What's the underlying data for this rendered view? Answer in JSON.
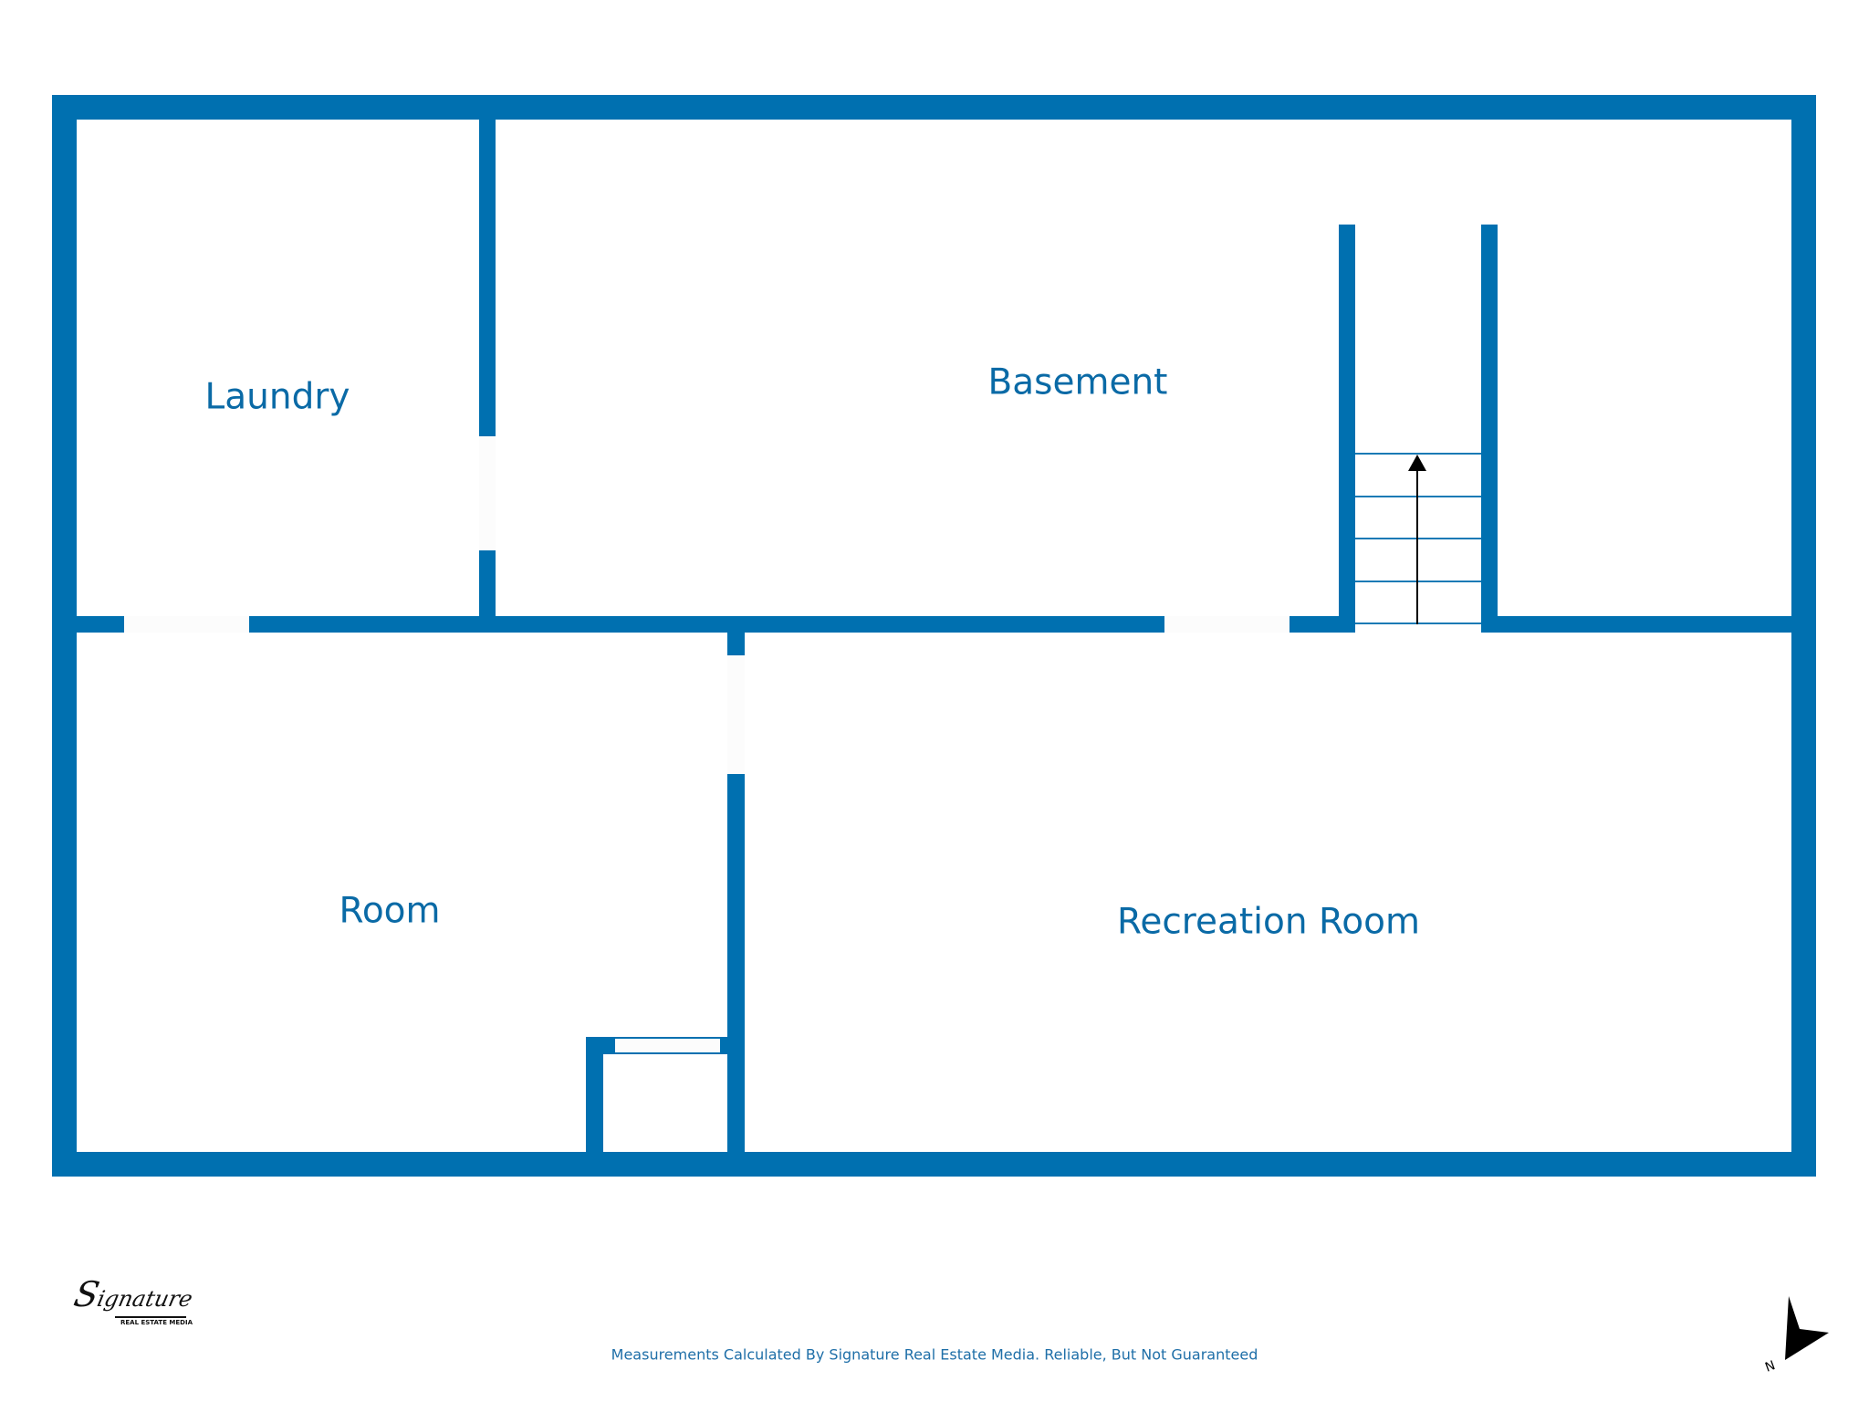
{
  "floorplan": {
    "wall_color": "#0070b0",
    "rooms": [
      {
        "label": "Laundry"
      },
      {
        "label": "Basement"
      },
      {
        "label": "Room"
      },
      {
        "label": "Recreation Room"
      }
    ],
    "stairs": {
      "direction": "up",
      "icon": "arrow-up-icon"
    }
  },
  "footer": {
    "disclaimer": "Measurements Calculated By Signature Real Estate Media. Reliable, But Not Guaranteed"
  },
  "logo": {
    "text": "Signature",
    "subtext": "REAL ESTATE MEDIA"
  },
  "compass": {
    "label": "N",
    "icon": "north-arrow-icon"
  }
}
